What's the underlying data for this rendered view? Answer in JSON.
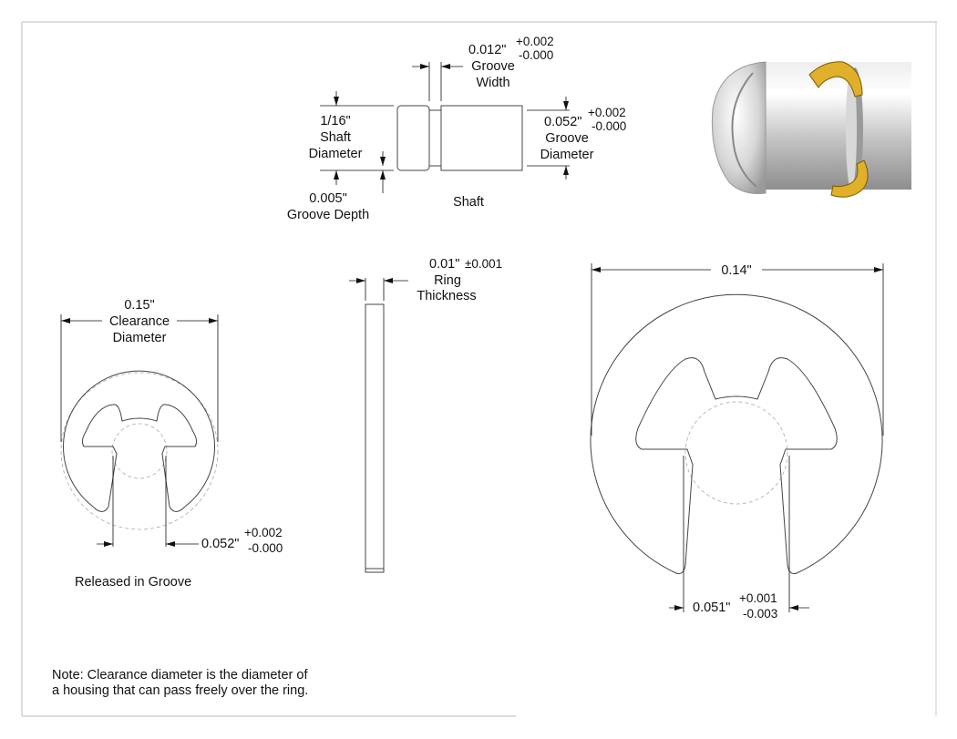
{
  "shaft": {
    "groove_width": {
      "value": "0.012\"",
      "tol_plus": "+0.002",
      "tol_minus": "-0.000",
      "label1": "Groove",
      "label2": "Width"
    },
    "shaft_diameter": {
      "value": "1/16\"",
      "label1": "Shaft",
      "label2": "Diameter"
    },
    "groove_diameter": {
      "value": "0.052\"",
      "tol_plus": "+0.002",
      "tol_minus": "-0.000",
      "label1": "Groove",
      "label2": "Diameter"
    },
    "groove_depth": {
      "value": "0.005\"",
      "label": "Groove Depth"
    },
    "title": "Shaft"
  },
  "side_view": {
    "thickness": {
      "value": "0.01\"",
      "tol": "±0.001",
      "label1": "Ring",
      "label2": "Thickness"
    }
  },
  "released": {
    "clearance": {
      "value": "0.15\"",
      "label1": "Clearance",
      "label2": "Diameter"
    },
    "opening": {
      "value": "0.052\"",
      "tol_plus": "+0.002",
      "tol_minus": "-0.000"
    },
    "caption": "Released in Groove"
  },
  "free_ring": {
    "outer": {
      "value": "0.14\""
    },
    "opening": {
      "value": "0.051\"",
      "tol_plus": "+0.001",
      "tol_minus": "-0.003"
    }
  },
  "note": {
    "line1": "Note: Clearance diameter is the diameter of",
    "line2": "a housing that can pass freely over the ring."
  },
  "colors": {
    "ring_gold": "#e0b02a",
    "shaft_steel": "#c8c8c8"
  }
}
